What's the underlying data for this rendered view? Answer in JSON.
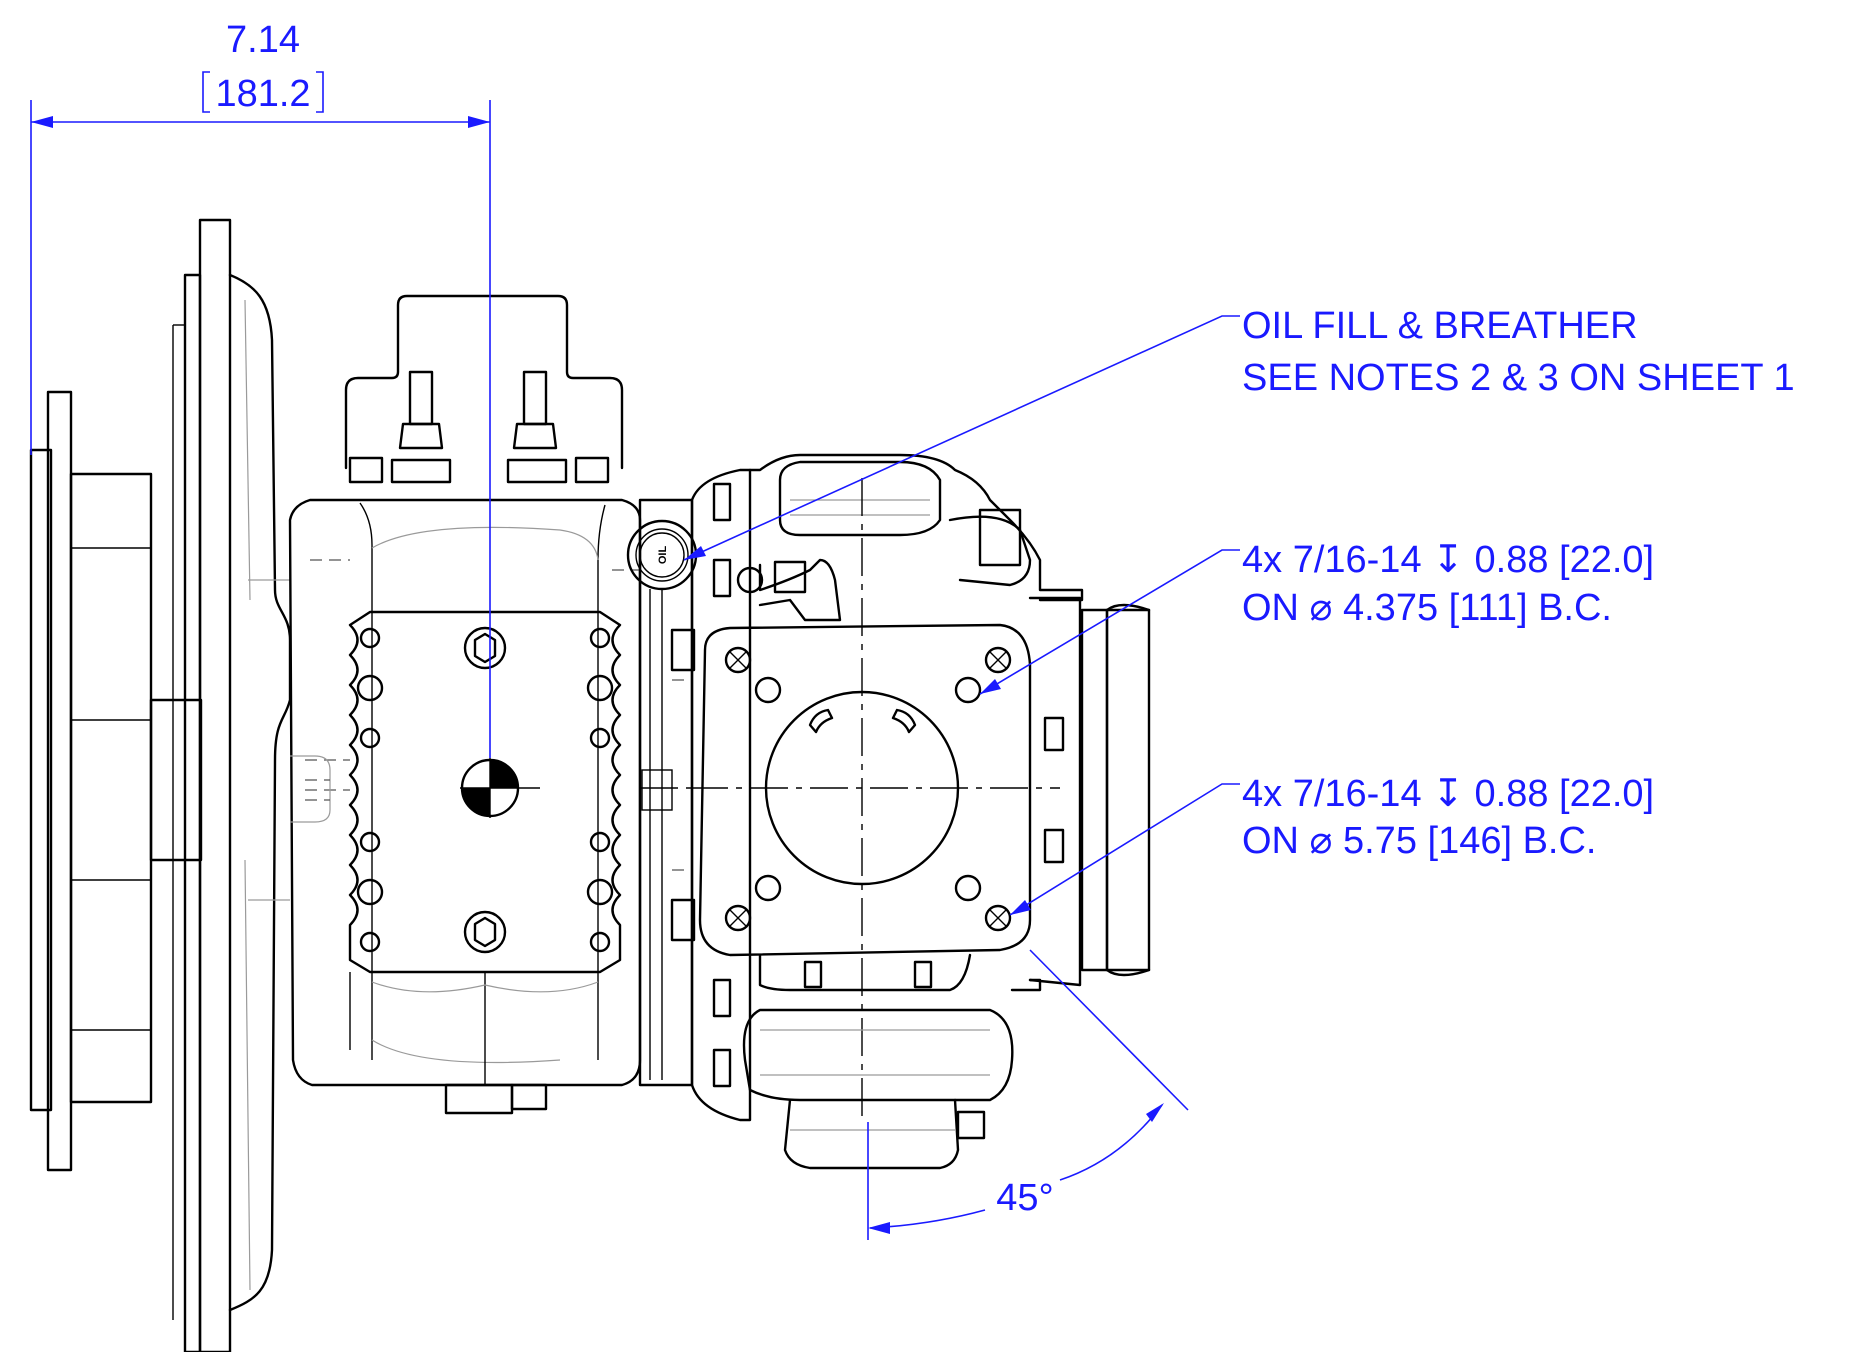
{
  "dimension": {
    "value_in": "7.14",
    "value_mm": "181.2"
  },
  "callouts": {
    "oil_fill_line1": "OIL FILL & BREATHER",
    "oil_fill_line2": "SEE NOTES 2 & 3 ON SHEET 1",
    "holes_a_line1": "4x 7/16-14 ↧ 0.88 [22.0]",
    "holes_a_line2": "ON ⌀ 4.375 [111] B.C.",
    "holes_b_line1": "4x 7/16-14 ↧ 0.88 [22.0]",
    "holes_b_line2": "ON ⌀ 5.75 [146] B.C."
  },
  "angle": "45°",
  "oil_cap_label": "OIL",
  "colors": {
    "annotation": "#1a1aff",
    "linework": "#000000"
  }
}
